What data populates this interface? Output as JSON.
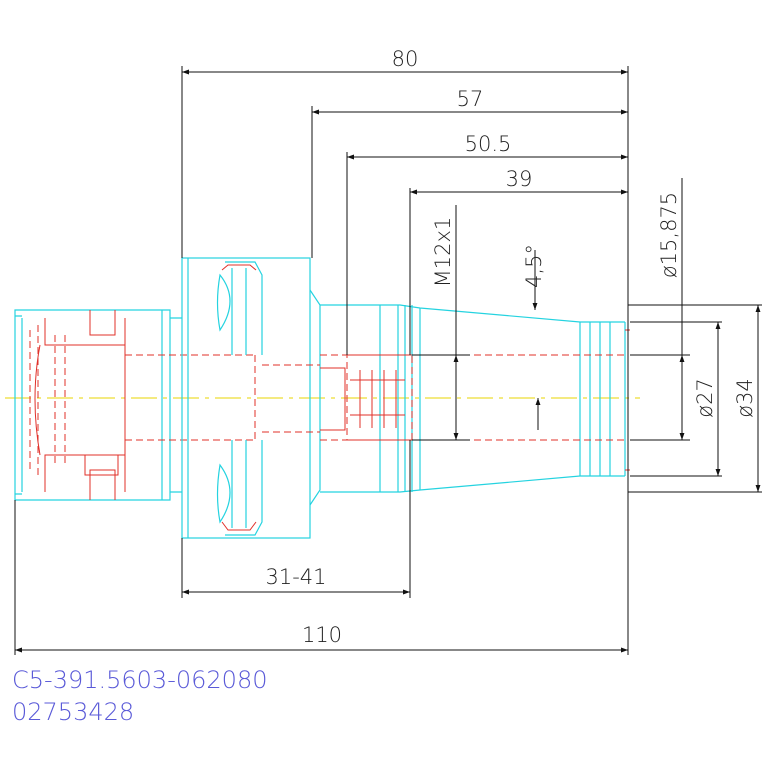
{
  "dimensions": {
    "overall_length": "80",
    "length_57": "57",
    "length_50_5": "50.5",
    "length_39": "39",
    "thread": "M12x1",
    "angle": "4,5°",
    "diameter_15_875": "ø15,875",
    "diameter_27": "ø27",
    "diameter_34": "ø34",
    "adjust_range": "31-41",
    "total_length": "110"
  },
  "part": {
    "code": "C5-391.5603-062080",
    "id": "02753428"
  },
  "colors": {
    "body_outline": "#25d3e0",
    "hidden_lines": "#e0302a",
    "center_line": "#e8d400",
    "dimension_lines": "#111111",
    "part_text": "#5a5ad8"
  }
}
